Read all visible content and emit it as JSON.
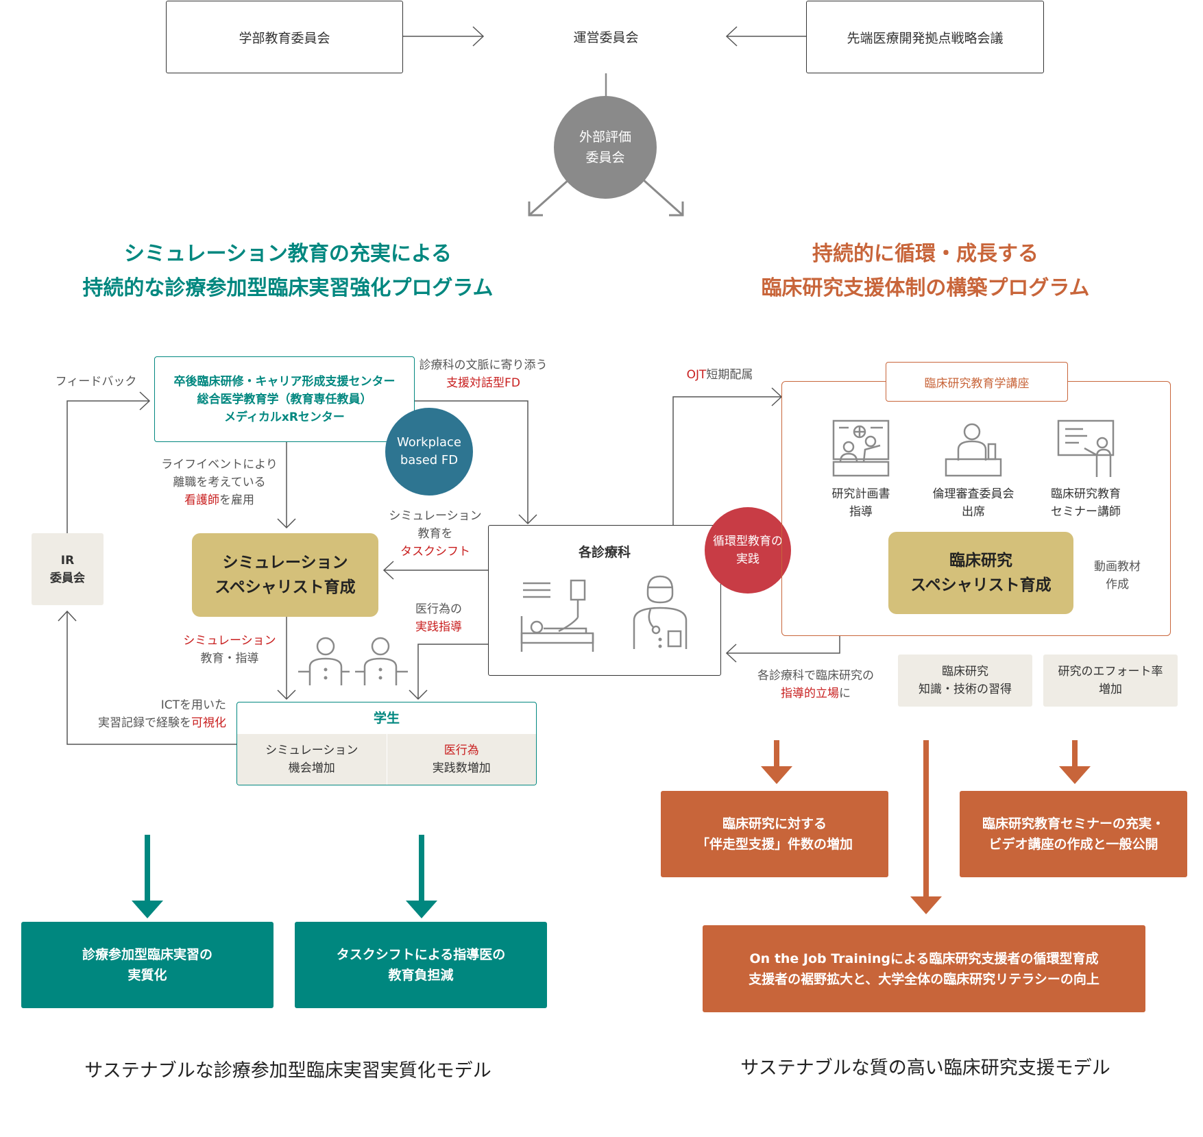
{
  "top": {
    "faculty_committee": "学部教育委員会",
    "steering_committee": "運営委員会",
    "strategy_meeting": "先端医療開発拠点戦略会議",
    "external_eval_line1": "外部評価",
    "external_eval_line2": "委員会"
  },
  "left": {
    "title_line1": "シミュレーション教育の充実による",
    "title_line2": "持続的な診療参加型臨床実習強化プログラム",
    "center_box_line1": "卒後臨床研修・キャリア形成支援センター",
    "center_box_line2": "総合医学教育学（教育専任教員）",
    "center_box_line3": "メディカルxRセンター",
    "feedback": "フィードバック",
    "workplace_fd_line1": "Workplace",
    "workplace_fd_line2": "based FD",
    "dept_context_line1": "診療科の文脈に寄り添う",
    "dept_context_line2": "支援対話型FD",
    "life_event_line1": "ライフイベントにより",
    "life_event_line2": "離職を考えている",
    "life_event_red": "看護師",
    "life_event_rest": "を雇用",
    "sim_task_line1": "シミュレーション",
    "sim_task_line2": "教育を",
    "sim_task_red": "タスクシフト",
    "ir_line1": "IR",
    "ir_line2": "委員会",
    "sim_specialist_line1": "シミュレーション",
    "sim_specialist_line2": "スペシャリスト育成",
    "medical_act_line1": "医行為の",
    "medical_act_red": "実践指導",
    "sim_guidance_red": "シミュレーション",
    "sim_guidance_line2": "教育・指導",
    "ict_line1": "ICTを用いた",
    "ict_line2": "実習記録で経験を",
    "ict_red": "可視化",
    "student_title": "学生",
    "student_cell1_line1": "シミュレーション",
    "student_cell1_line2": "機会増加",
    "student_cell2_red": "医行為",
    "student_cell2_line2": "実践数増加",
    "outcome1_line1": "診療参加型臨床実習の",
    "outcome1_line2": "実質化",
    "outcome2_line1": "タスクシフトによる指導医の",
    "outcome2_line2": "教育負担減",
    "model_caption": "サステナブルな診療参加型臨床実習実質化モデル"
  },
  "center": {
    "departments": "各診療科"
  },
  "right": {
    "title_line1": "持続的に循環・成長する",
    "title_line2": "臨床研究支援体制の構築プログラム",
    "ojt_red": "OJT",
    "ojt_rest": "短期配属",
    "course_label": "臨床研究教育学講座",
    "icon1_line1": "研究計画書",
    "icon1_line2": "指導",
    "icon2_line1": "倫理審査委員会",
    "icon2_line2": "出席",
    "icon3_line1": "臨床研究教育",
    "icon3_line2": "セミナー講師",
    "cyclic_line1": "循環型教育の",
    "cyclic_line2": "実践",
    "clin_specialist_line1": "臨床研究",
    "clin_specialist_line2": "スペシャリスト育成",
    "video_line1": "動画教材",
    "video_line2": "作成",
    "lead_line1": "各診療科で臨床研究の",
    "lead_red": "指導的立場",
    "lead_rest": "に",
    "knowledge_line1": "臨床研究",
    "knowledge_line2": "知識・技術の習得",
    "effort_line1": "研究のエフォート率",
    "effort_line2": "増加",
    "outcome1_line1": "臨床研究に対する",
    "outcome1_line2": "「伴走型支援」件数の増加",
    "outcome2_line1": "臨床研究教育セミナーの充実・",
    "outcome2_line2": "ビデオ講座の作成と一般公開",
    "outcome3_line1": "On the Job Trainingによる臨床研究支援者の循環型育成",
    "outcome3_line2": "支援者の裾野拡大と、大学全体の臨床研究リテラシーの向上",
    "model_caption": "サステナブルな質の高い臨床研究支援モデル"
  },
  "colors": {
    "teal": "#00877f",
    "orange": "#c8653a",
    "gold": "#d4c07a",
    "red": "#c81e1e",
    "grey_circle": "#8a8a8a",
    "blue_circle": "#2e7591",
    "red_circle": "#c83c45",
    "beige": "#efece5"
  }
}
